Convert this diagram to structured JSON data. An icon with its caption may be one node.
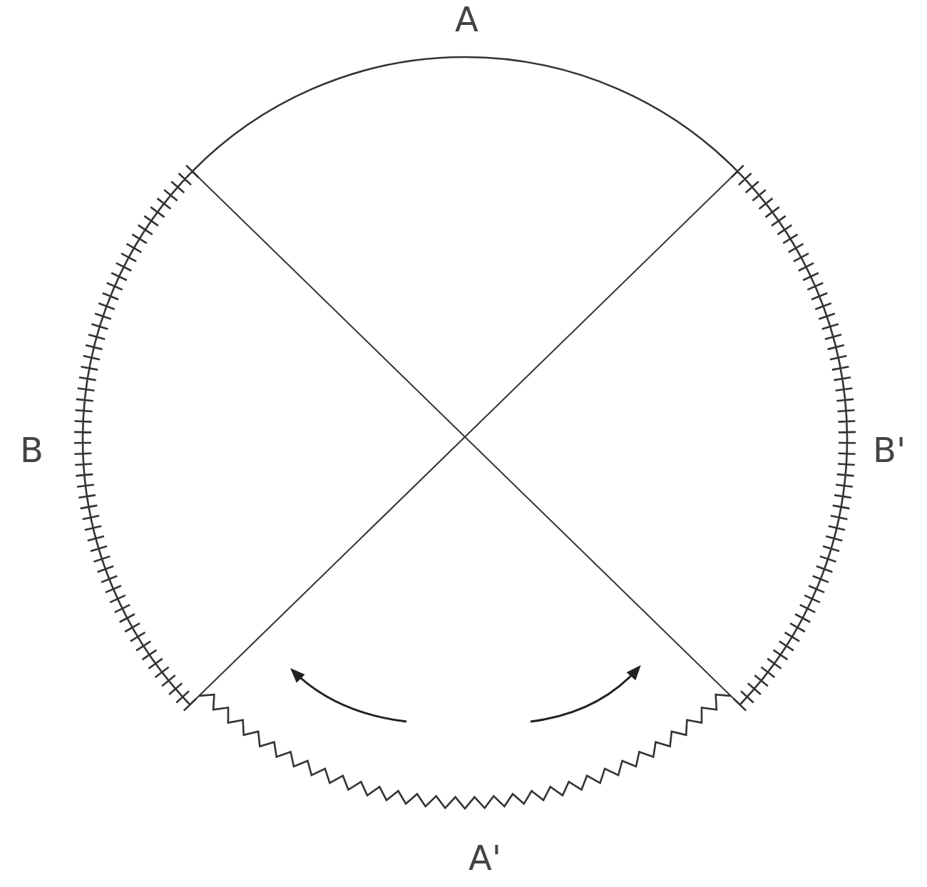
{
  "diagram": {
    "labels": [
      "A",
      "B",
      "B'",
      "A'"
    ]
  }
}
